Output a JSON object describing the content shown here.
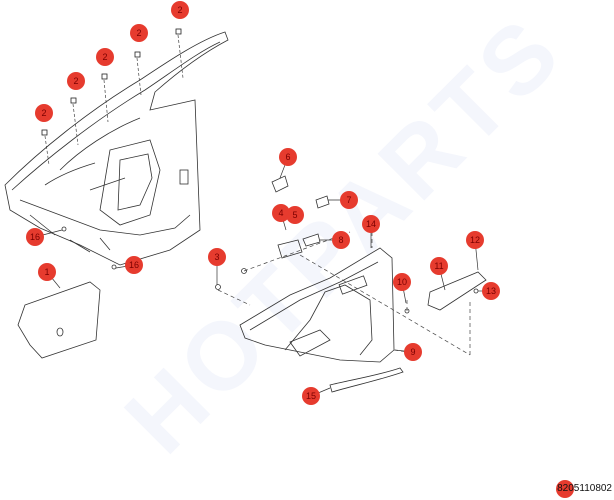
{
  "watermark": "HOTPARTS",
  "reference_code": "8205110802",
  "colors": {
    "callout_fill": "#e63b2e",
    "callout_text": "#7a0000",
    "line": "#333333",
    "dash": "#444444"
  },
  "callouts": [
    {
      "label": "1"
    },
    {
      "label": "2"
    },
    {
      "label": "2"
    },
    {
      "label": "2"
    },
    {
      "label": "2"
    },
    {
      "label": "2"
    },
    {
      "label": "2"
    },
    {
      "label": "3"
    },
    {
      "label": "4"
    },
    {
      "label": "5"
    },
    {
      "label": "6"
    },
    {
      "label": "7"
    },
    {
      "label": "8"
    },
    {
      "label": "9"
    },
    {
      "label": "10"
    },
    {
      "label": "11"
    },
    {
      "label": "12"
    },
    {
      "label": "13"
    },
    {
      "label": "14"
    },
    {
      "label": "15"
    },
    {
      "label": "16"
    },
    {
      "label": "16"
    }
  ]
}
